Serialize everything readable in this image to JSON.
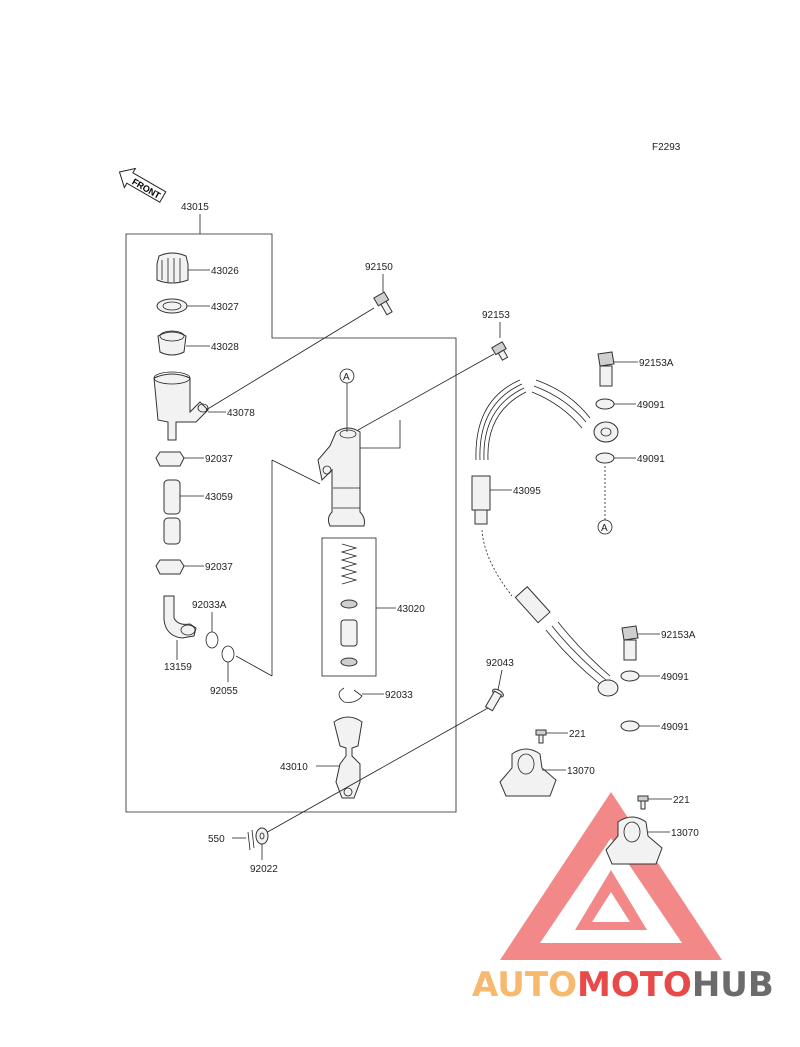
{
  "figure_code": "F2293",
  "front_label": "FRONT",
  "callout_letter": "A",
  "parts": {
    "p43015": "43015",
    "p43026": "43026",
    "p43027": "43027",
    "p43028": "43028",
    "p43078": "43078",
    "p92037a": "92037",
    "p43059": "43059",
    "p92037b": "92037",
    "p92033A": "92033A",
    "p13159": "13159",
    "p92055": "92055",
    "p92150": "92150",
    "p43020": "43020",
    "p92033": "92033",
    "p43010": "43010",
    "p550": "550",
    "p92022": "92022",
    "p92153": "92153",
    "p43095": "43095",
    "p92043": "92043",
    "p92153A_top": "92153A",
    "p49091_1": "49091",
    "p49091_2": "49091",
    "p92153A_bot": "92153A",
    "p49091_3": "49091",
    "p49091_4": "49091",
    "p221_1": "221",
    "p13070_1": "13070",
    "p221_2": "221",
    "p13070_2": "13070"
  },
  "watermark": {
    "part1": "AUTO",
    "part2": "MOTO",
    "part3": "HUB",
    "color_light": "#f6b96e",
    "color_accent": "#e84a4a",
    "color_dark": "#6b6b6b"
  }
}
